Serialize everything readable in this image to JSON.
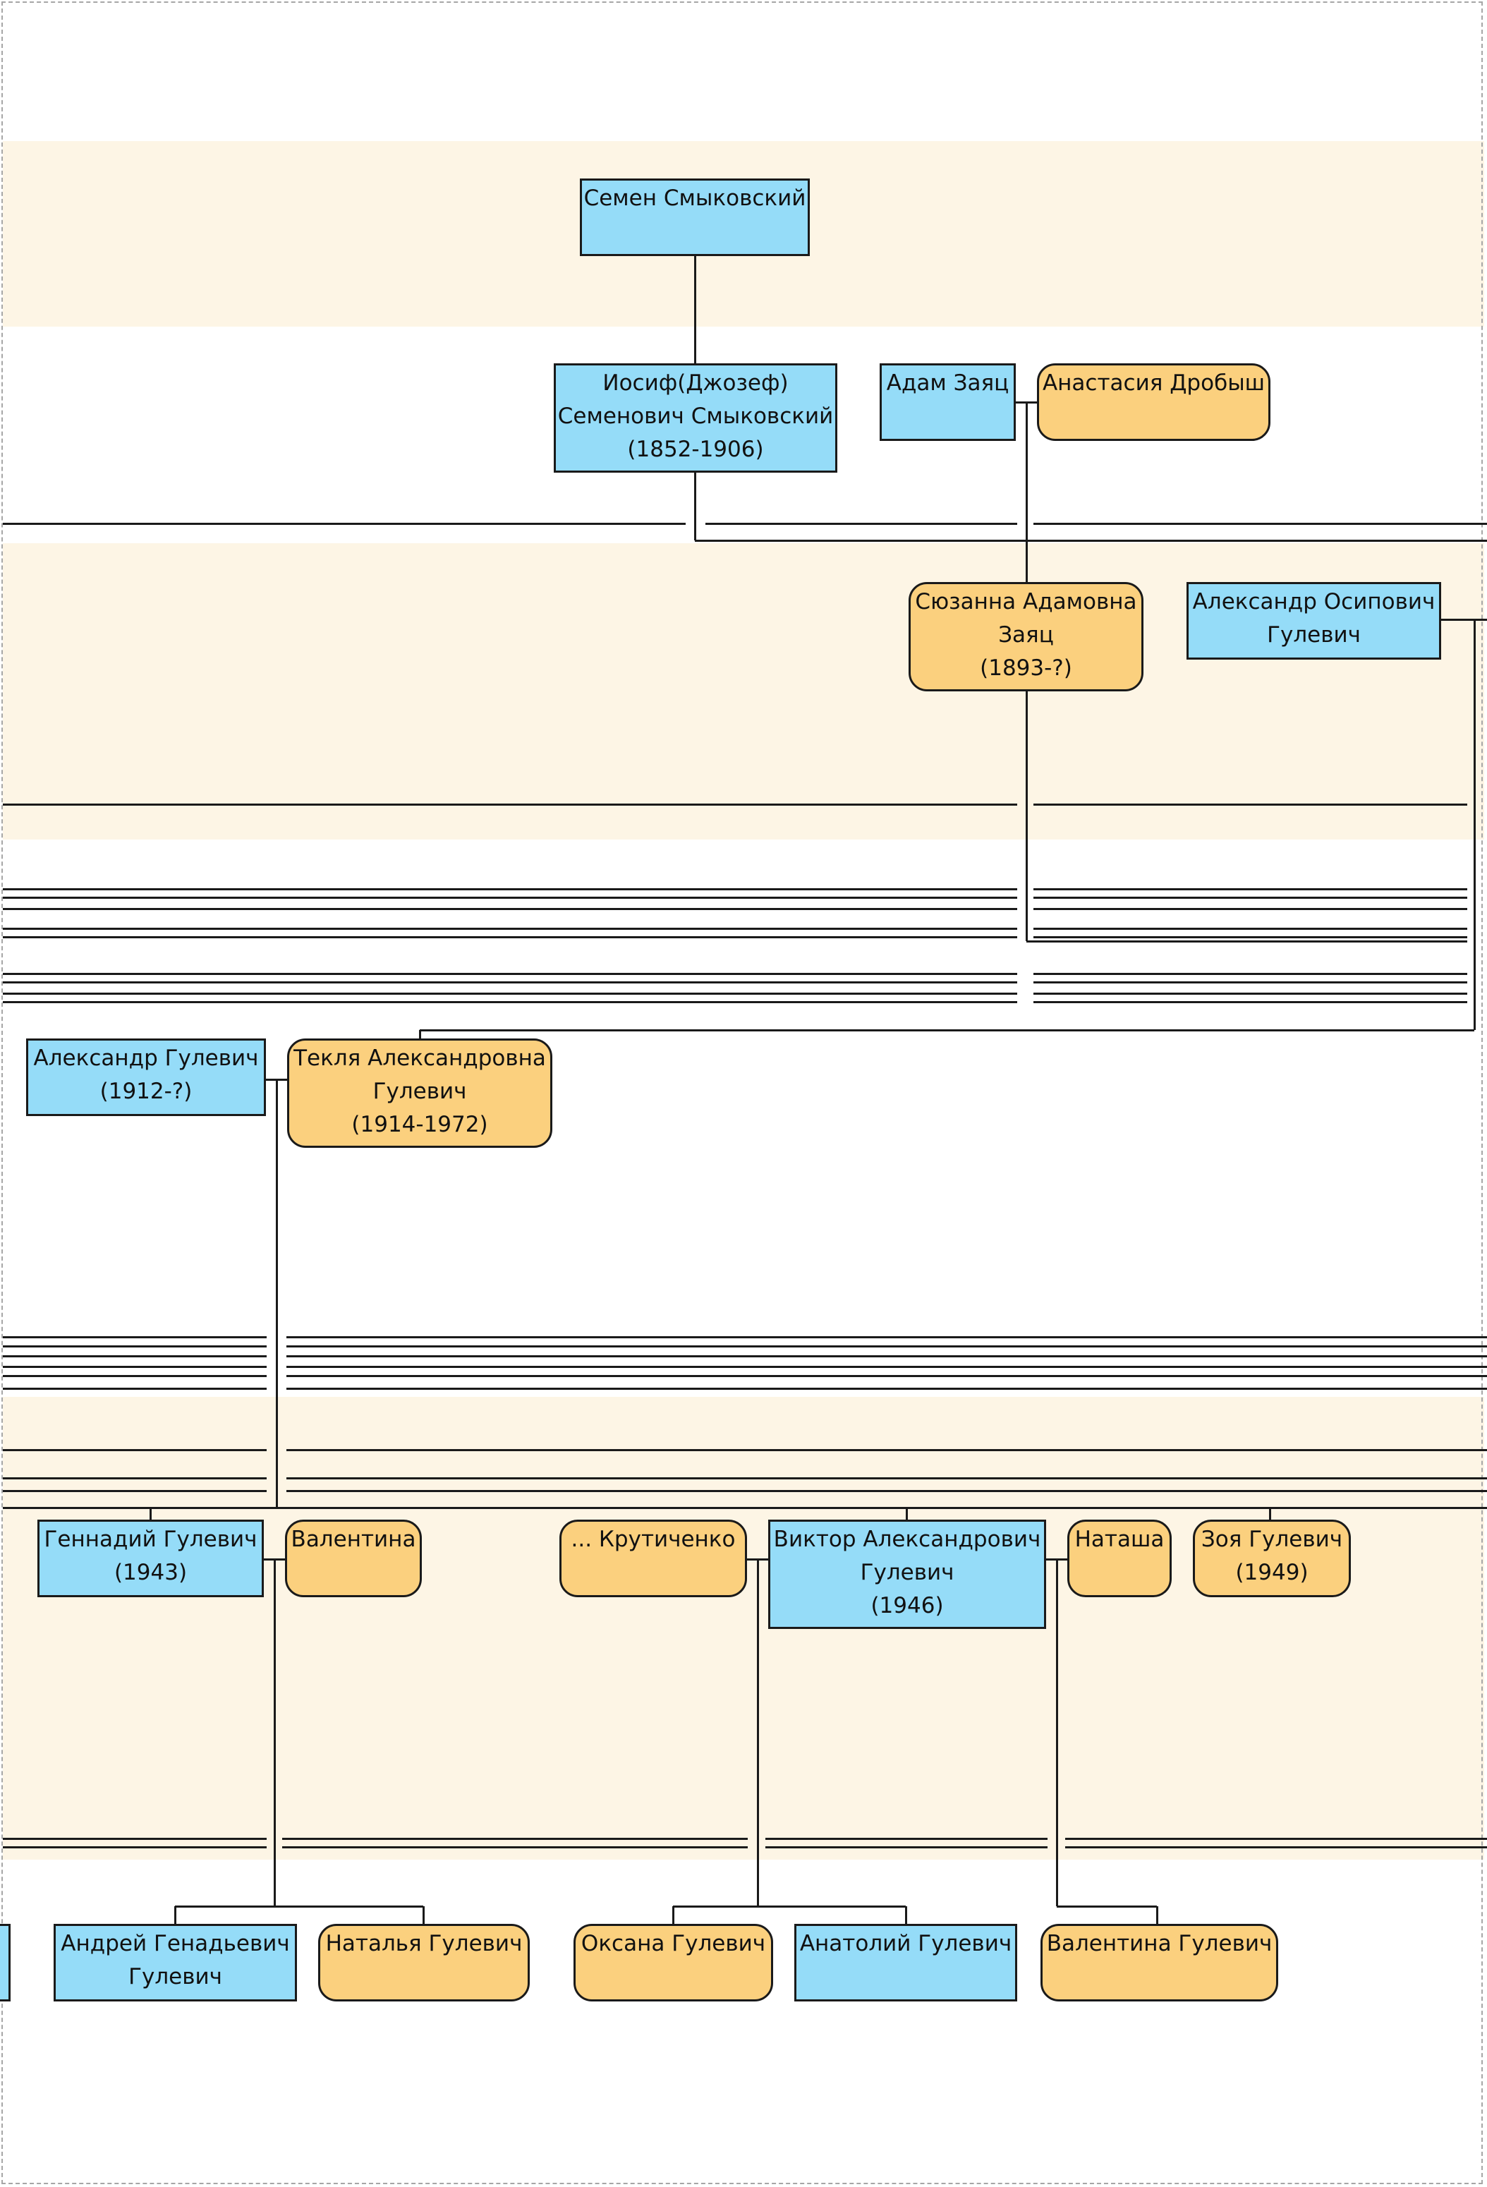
{
  "colors": {
    "male": "#95dcf8",
    "female": "#fbd07e",
    "band": "#fdf5e5",
    "line": "#1a1a1a",
    "frame": "#a6a6a6"
  },
  "persons": {
    "semen_smykovsky": {
      "lines": [
        "Семен Смыковский"
      ]
    },
    "iosif_smykovsky": {
      "lines": [
        "Иосиф(Джозеф)",
        "Семенович Смыковский",
        "(1852-1906)"
      ]
    },
    "adam_zayats": {
      "lines": [
        "Адам Заяц"
      ]
    },
    "anastasia_drobysh": {
      "lines": [
        "Анастасия Дробыш"
      ]
    },
    "suzanna_zayats": {
      "lines": [
        "Сюзанна Адамовна",
        "Заяц",
        "(1893-?)"
      ]
    },
    "aleksandr_osipovich": {
      "lines": [
        "Александр Осипович",
        "Гулевич"
      ]
    },
    "aleksandr_gulevich": {
      "lines": [
        "Александр Гулевич",
        "(1912-?)"
      ]
    },
    "tekla_gulevich": {
      "lines": [
        "Текля Александровна",
        "Гулевич",
        "(1914-1972)"
      ]
    },
    "gennady_gulevich": {
      "lines": [
        "Геннадий Гулевич",
        "(1943)"
      ]
    },
    "valentina": {
      "lines": [
        "Валентина"
      ]
    },
    "krutichenko": {
      "lines": [
        "... Крутиченко"
      ]
    },
    "viktor_gulevich": {
      "lines": [
        "Виктор Александрович",
        "Гулевич",
        "(1946)"
      ]
    },
    "natasha": {
      "lines": [
        "Наташа"
      ]
    },
    "zoya_gulevich": {
      "lines": [
        "Зоя Гулевич",
        "(1949)"
      ]
    },
    "andrey_gulevich": {
      "lines": [
        "Андрей Генадьевич",
        "Гулевич"
      ]
    },
    "natalya_gulevich": {
      "lines": [
        "Наталья Гулевич"
      ]
    },
    "oksana_gulevich": {
      "lines": [
        "Оксана Гулевич"
      ]
    },
    "anatoly_gulevich": {
      "lines": [
        "Анатолий Гулевич"
      ]
    },
    "valentina_gulevich": {
      "lines": [
        "Валентина Гулевич"
      ]
    }
  }
}
